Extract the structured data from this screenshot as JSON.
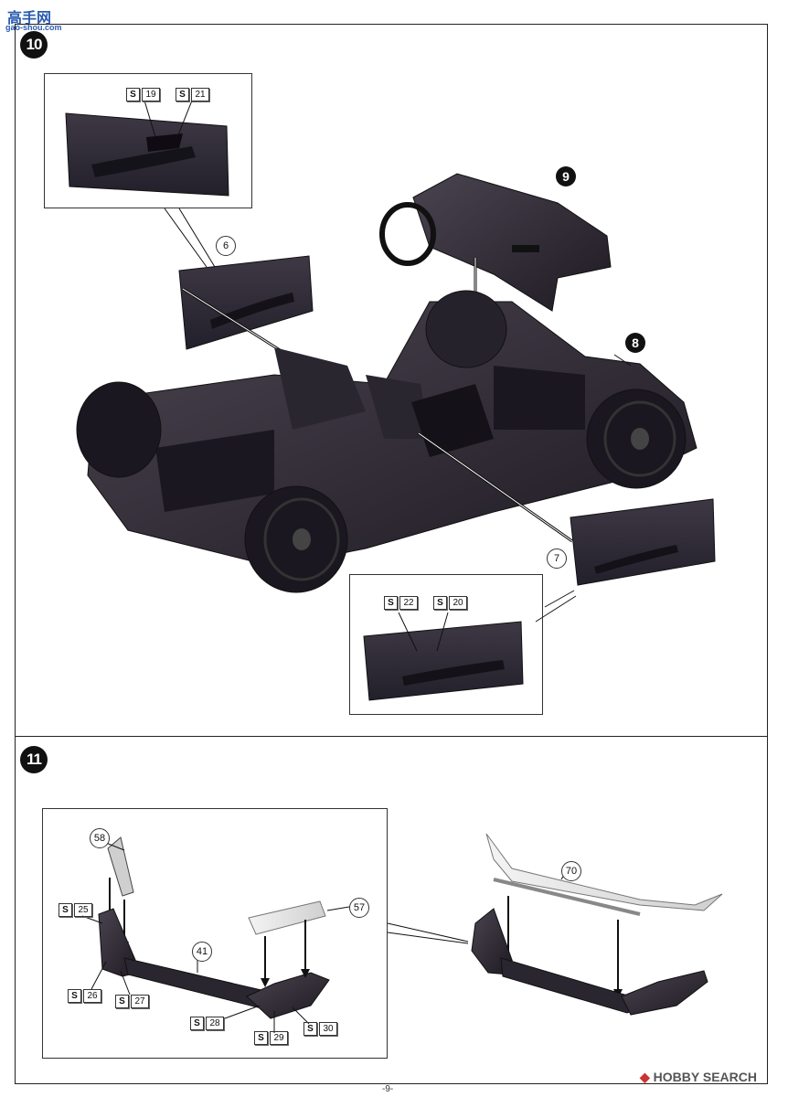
{
  "watermark_top": {
    "logo_text": "高手网",
    "site": "gao-shou.com"
  },
  "watermark_bottom": "HOBBY SEARCH",
  "page_number": "-9-",
  "step10": {
    "number": "10",
    "subassemblies": [
      "9",
      "8"
    ],
    "part_callouts": [
      "6",
      "7"
    ],
    "detail_top": {
      "refs": [
        {
          "s": "S",
          "n": "19"
        },
        {
          "s": "S",
          "n": "21"
        }
      ]
    },
    "detail_bottom": {
      "refs": [
        {
          "s": "S",
          "n": "22"
        },
        {
          "s": "S",
          "n": "20"
        }
      ]
    }
  },
  "step11": {
    "number": "11",
    "part_callouts": [
      "58",
      "41",
      "57",
      "70"
    ],
    "refs": [
      {
        "s": "S",
        "n": "25"
      },
      {
        "s": "S",
        "n": "26"
      },
      {
        "s": "S",
        "n": "27"
      },
      {
        "s": "S",
        "n": "28"
      },
      {
        "s": "S",
        "n": "29"
      },
      {
        "s": "S",
        "n": "30"
      }
    ]
  }
}
